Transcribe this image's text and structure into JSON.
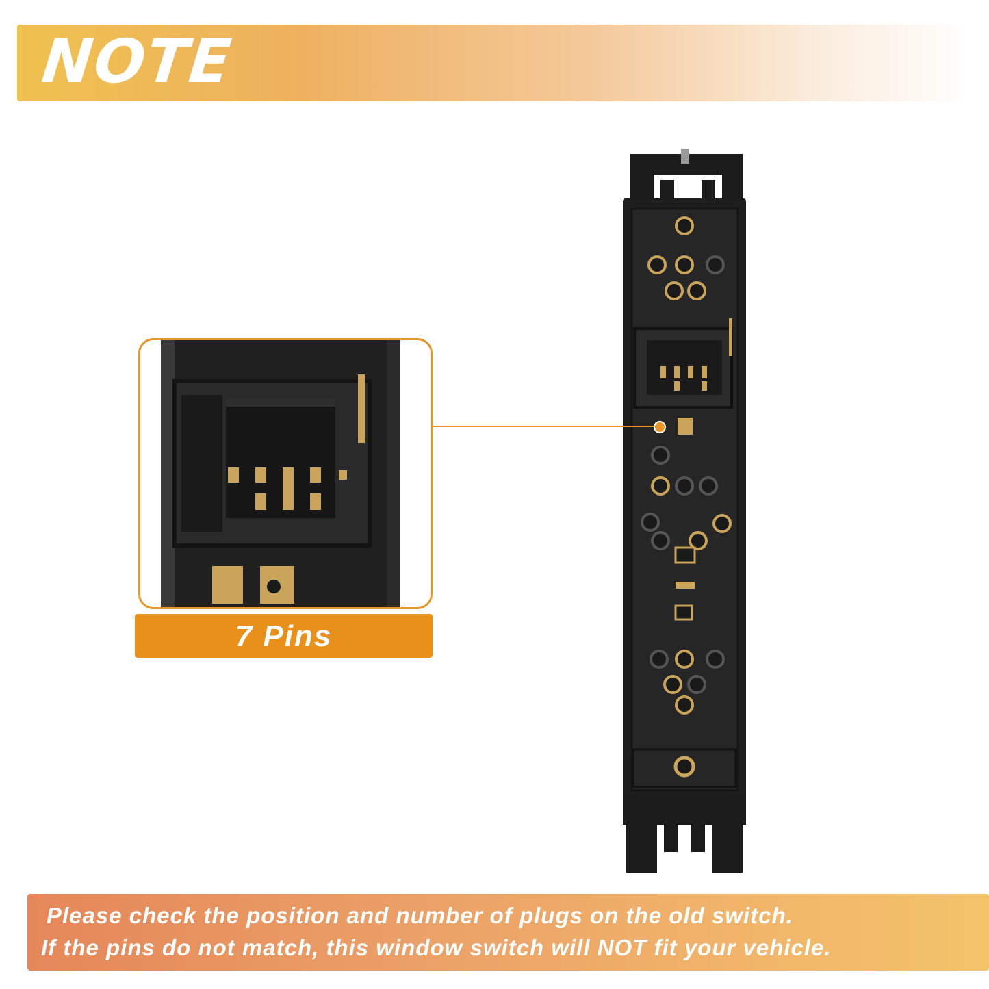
{
  "header": {
    "title": "NOTE"
  },
  "callout": {
    "label": "7 Pins"
  },
  "footer": {
    "line1": "Please check the position and number of plugs on the old switch.",
    "line2": "If the pins do not match, this window switch will NOT fit your vehicle."
  },
  "colors": {
    "accent": "#e8901a",
    "header_gradient_start": "#efc14f",
    "footer_gradient_start": "#e5875a",
    "product_body": "#1b1b1b",
    "pin_gold": "#c9a45a"
  }
}
